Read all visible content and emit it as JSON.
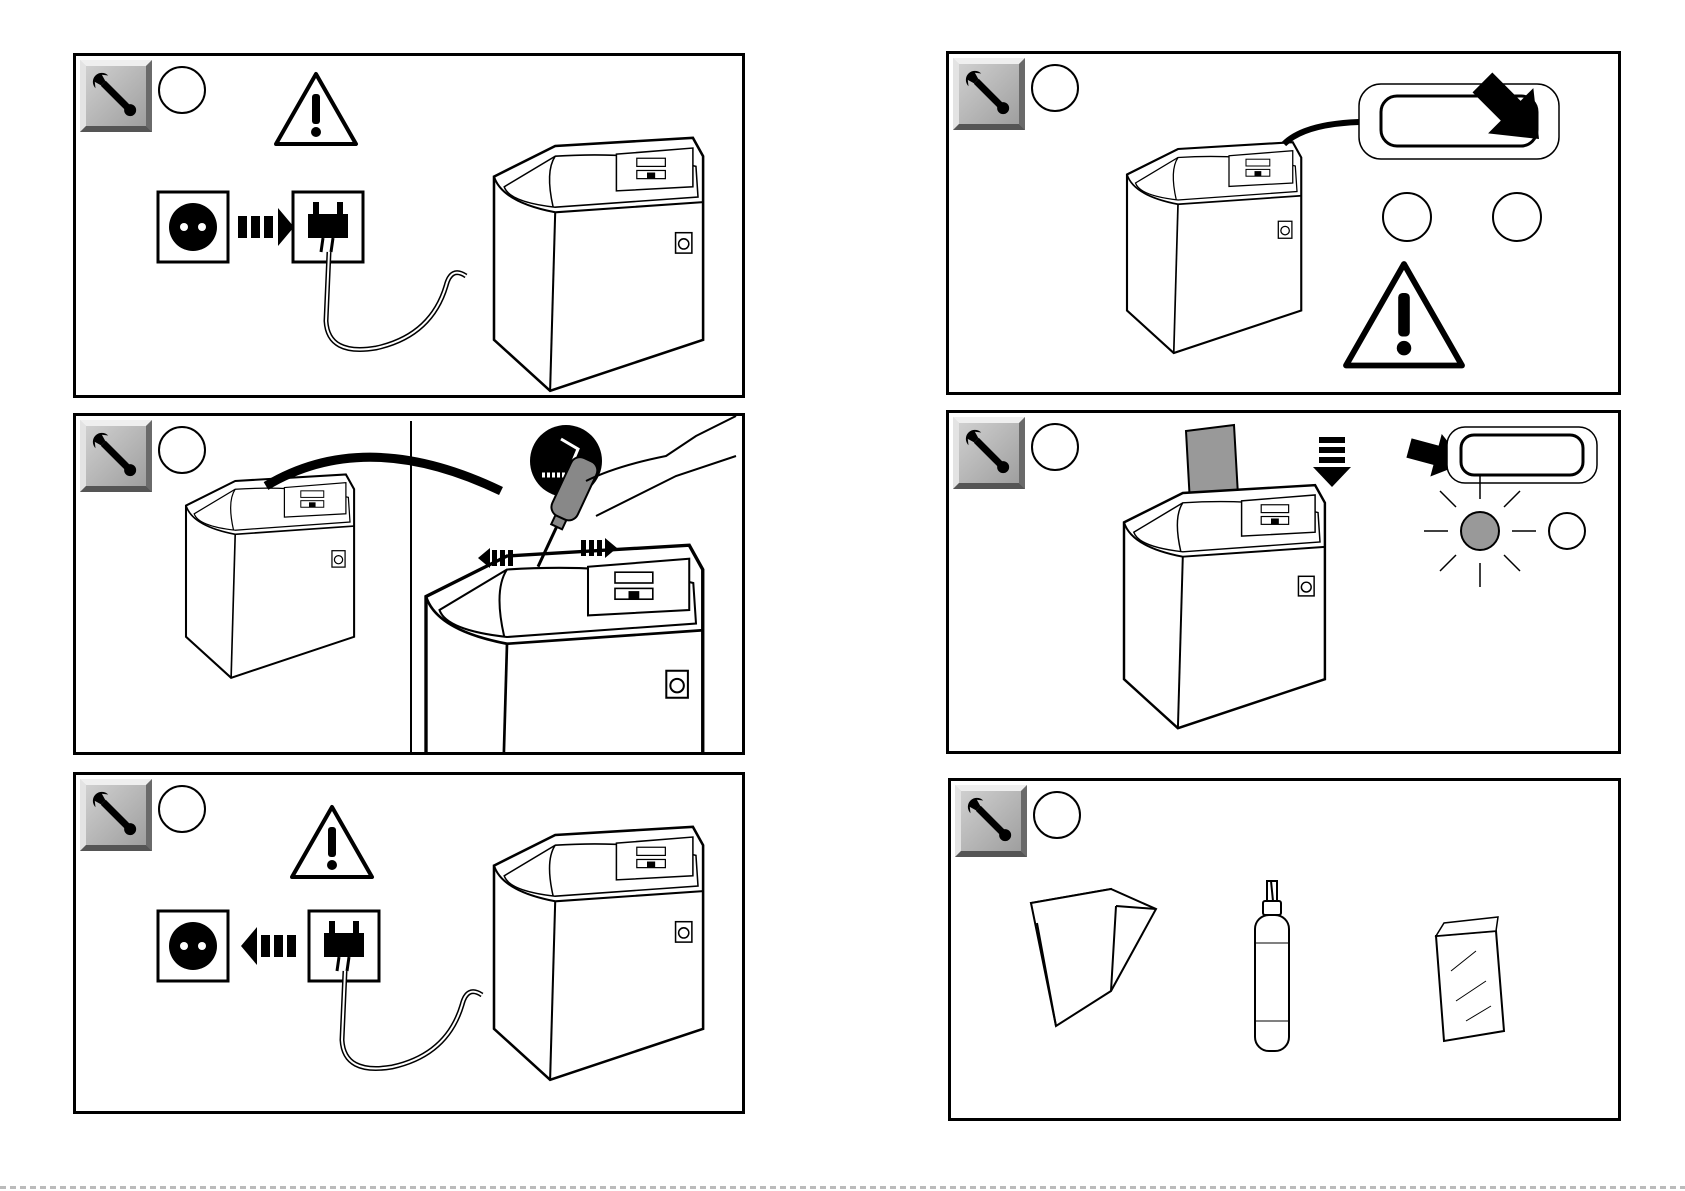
{
  "document": {
    "type": "maintenance-instructions",
    "text": ""
  },
  "panels": [
    {
      "id": "p1",
      "step_icon": "wrench-icon",
      "content": [
        "warning-triangle-icon",
        "socket-icon",
        "dashed-arrow-right-icon",
        "plug-icon",
        "shredder-icon"
      ]
    },
    {
      "id": "p2",
      "step_icon": "wrench-icon",
      "content": [
        "shredder-icon",
        "oil-bottle-icon",
        "cutting-blade-icon"
      ]
    },
    {
      "id": "p3",
      "step_icon": "wrench-icon",
      "content": [
        "warning-triangle-icon",
        "socket-icon",
        "dashed-arrow-left-icon",
        "plug-icon",
        "shredder-icon"
      ]
    },
    {
      "id": "p4",
      "step_icon": "wrench-icon",
      "content": [
        "shredder-icon",
        "control-panel-icon",
        "pointer-arrow-icon",
        "warning-triangle-icon"
      ]
    },
    {
      "id": "p5",
      "step_icon": "wrench-icon",
      "content": [
        "shredder-icon",
        "paper-sheet-icon",
        "down-arrow-icon",
        "indicator-light-icon"
      ]
    },
    {
      "id": "p6",
      "step_icon": "wrench-icon",
      "content": [
        "waste-bin-icon",
        "oil-bottle-icon",
        "plastic-bag-icon"
      ]
    }
  ]
}
